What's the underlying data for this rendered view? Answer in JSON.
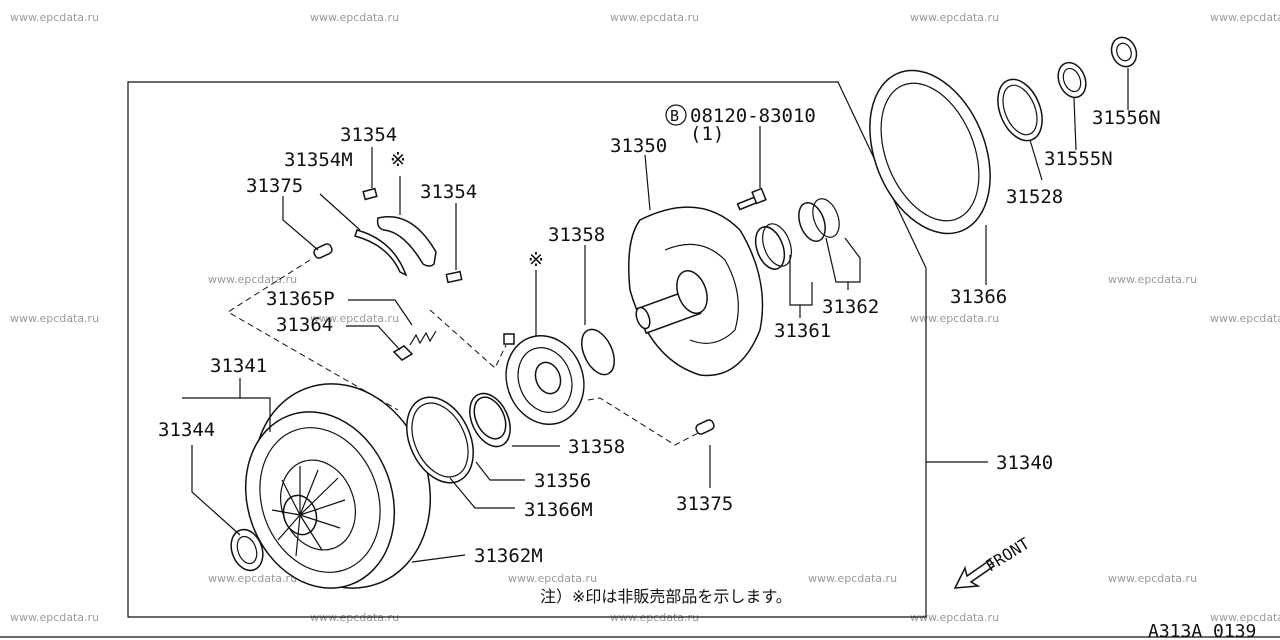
{
  "watermark": "www.epcdata.ru",
  "diagram_code": "A313A 0139",
  "note": "注）※印は非販売部品を示します。",
  "front_label": "FRONT",
  "bolt": {
    "marker": "B",
    "part": "08120-83010",
    "qty": "(1)"
  },
  "asterisk": "※",
  "parts": {
    "p31354a": "31354",
    "p31354m": "31354M",
    "p31375a": "31375",
    "p31354b": "31354",
    "p31350": "31350",
    "p31358a": "31358",
    "p31365p": "31365P",
    "p31364": "31364",
    "p31341": "31341",
    "p31344": "31344",
    "p31358b": "31358",
    "p31356": "31356",
    "p31366m": "31366M",
    "p31362m": "31362M",
    "p31375b": "31375",
    "p31340": "31340",
    "p31361": "31361",
    "p31362": "31362",
    "p31366": "31366",
    "p31528": "31528",
    "p31555n": "31555N",
    "p31556n": "31556N"
  }
}
